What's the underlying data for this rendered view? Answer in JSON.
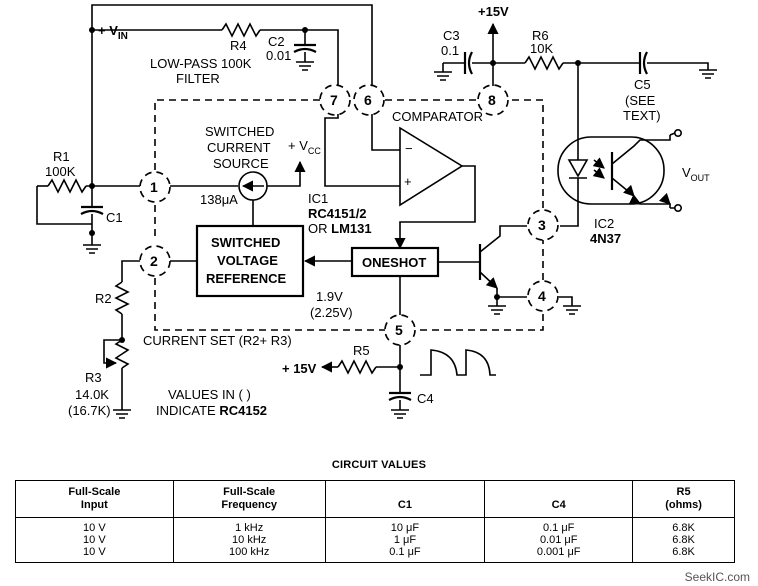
{
  "labels": {
    "vin": "+ V",
    "vin_sub": "IN",
    "r4": "R4",
    "c2": "C2",
    "c2_val": "0.01",
    "lpf_1": "LOW-PASS 100K",
    "lpf_2": "FILTER",
    "plus15_top": "+15V",
    "c3": "C3",
    "c3_val": "0.1",
    "r6": "R6",
    "r6_val": "10K",
    "c5": "C5",
    "c5_note_1": "(SEE",
    "c5_note_2": "TEXT)",
    "comparator": "COMPARATOR",
    "switched_current_1": "SWITCHED",
    "switched_current_2": "CURRENT",
    "switched_current_3": "SOURCE",
    "vcc": "+ V",
    "vcc_sub": "CC",
    "r1": "R1",
    "r1_val": "100K",
    "c1": "C1",
    "current_val": "138μA",
    "ic1": "IC1",
    "ic1_part_1": "RC4151/2",
    "ic1_part_2_prefix": "OR ",
    "ic1_part_2": "LM131",
    "vout": "V",
    "vout_sub": "OUT",
    "ic2": "IC2",
    "ic2_part": "4N37",
    "svr_1": "SWITCHED",
    "svr_2": "VOLTAGE",
    "svr_3": "REFERENCE",
    "oneshot": "ONESHOT",
    "r2": "R2",
    "volt_1": "1.9V",
    "volt_2": "(2.25V)",
    "current_set": "CURRENT SET (R2+ R3)",
    "r3": "R3",
    "r3_val": "14.0K",
    "r3_alt": "(16.7K)",
    "r5": "R5",
    "plus15_bottom": "+ 15V",
    "c4": "C4",
    "values_note_1": "VALUES IN ( )",
    "values_note_2_prefix": "INDICATE ",
    "values_note_2": "RC4152",
    "pins": [
      "1",
      "2",
      "3",
      "4",
      "5",
      "6",
      "7",
      "8"
    ]
  },
  "table": {
    "title": "CIRCUIT VALUES",
    "headers": [
      [
        "Full-Scale",
        "Input"
      ],
      [
        "Full-Scale",
        "Frequency"
      ],
      [
        "C1",
        ""
      ],
      [
        "C4",
        ""
      ],
      [
        "R5",
        "(ohms)"
      ]
    ],
    "rows": [
      [
        "10 V",
        "1 kHz",
        "10 μF",
        "0.1 μF",
        "6.8K"
      ],
      [
        "10 V",
        "10 kHz",
        "1 μF",
        "0.01 μF",
        "6.8K"
      ],
      [
        "10 V",
        "100 kHz",
        "0.1 μF",
        "0.001 μF",
        "6.8K"
      ]
    ]
  },
  "watermark": "SeekIC.com"
}
